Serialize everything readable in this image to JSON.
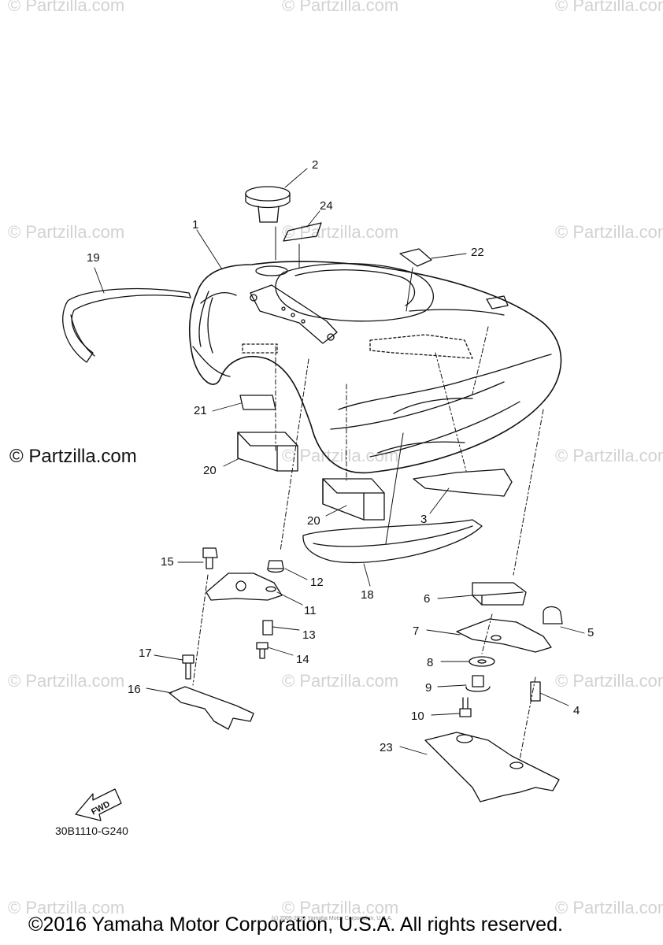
{
  "watermark": "© Partzilla.com",
  "watermark_main": "© Partzilla.com",
  "diagram_code": "30B1110-G240",
  "fwd_label": "FWD",
  "copyright": "©2016 Yamaha Motor Corporation, U.S.A. All rights reserved.",
  "small_copyright": "(c) 2005-2016 Yamaha Motor Corporation, U.S.A.",
  "callouts": [
    "1",
    "2",
    "3",
    "4",
    "5",
    "6",
    "7",
    "8",
    "9",
    "10",
    "11",
    "12",
    "13",
    "14",
    "15",
    "16",
    "17",
    "18",
    "19",
    "20",
    "20",
    "21",
    "22",
    "23",
    "24"
  ]
}
